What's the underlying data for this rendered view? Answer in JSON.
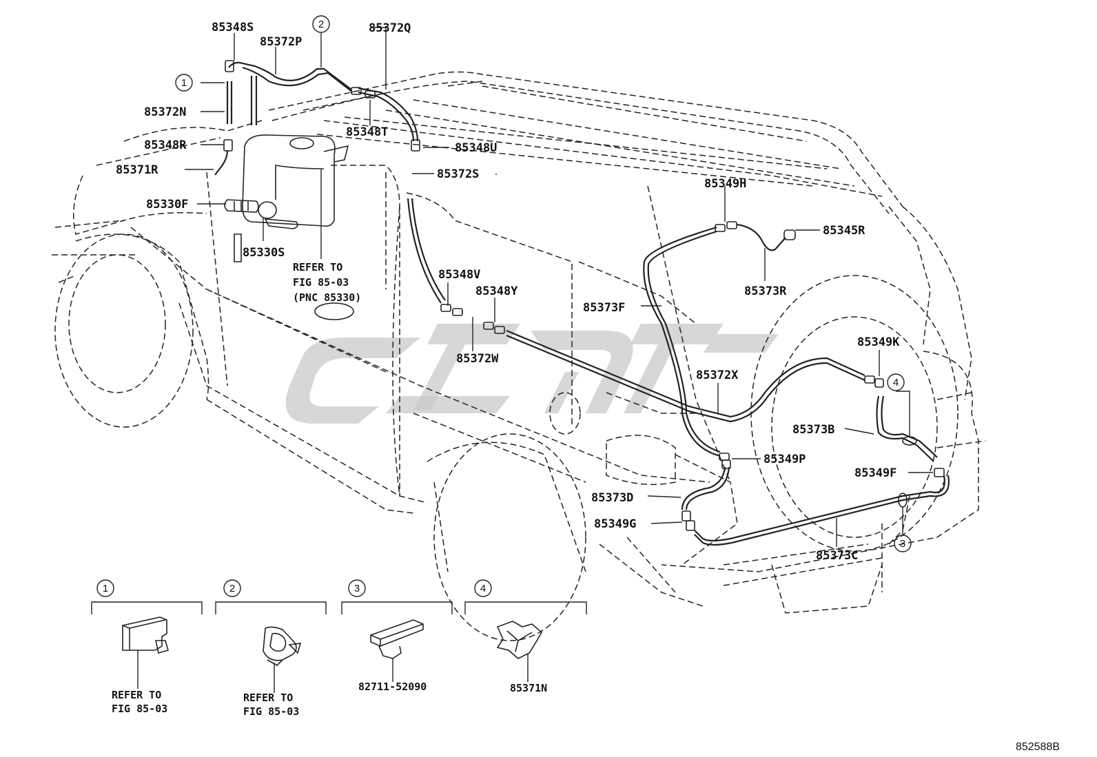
{
  "diagram": {
    "part_labels": [
      "85348S",
      "85372P",
      "85372Q",
      "85372N",
      "85348R",
      "85348T",
      "85348U",
      "85371R",
      "85330F",
      "85330S",
      "85349H",
      "85345R",
      "85373R",
      "85372S",
      "85348V",
      "85348Y",
      "85373F",
      "85372W",
      "85349K",
      "85372X",
      "85373B",
      "85349P",
      "85349F",
      "85373D",
      "85349G",
      "85373C"
    ],
    "refer_note": {
      "line1": "REFER TO",
      "line2": "FIG 85-03",
      "line3": "(PNC 85330)"
    },
    "callouts": [
      "1",
      "2",
      "3",
      "4"
    ],
    "detail_panels": [
      {
        "num": "1",
        "line1": "REFER TO",
        "line2": "FIG 85-03"
      },
      {
        "num": "2",
        "line1": "REFER TO",
        "line2": "FIG 85-03"
      },
      {
        "num": "3",
        "line1": "82711-52090",
        "line2": ""
      },
      {
        "num": "4",
        "line1": "85371N",
        "line2": ""
      }
    ],
    "figure_id": "852588B"
  }
}
